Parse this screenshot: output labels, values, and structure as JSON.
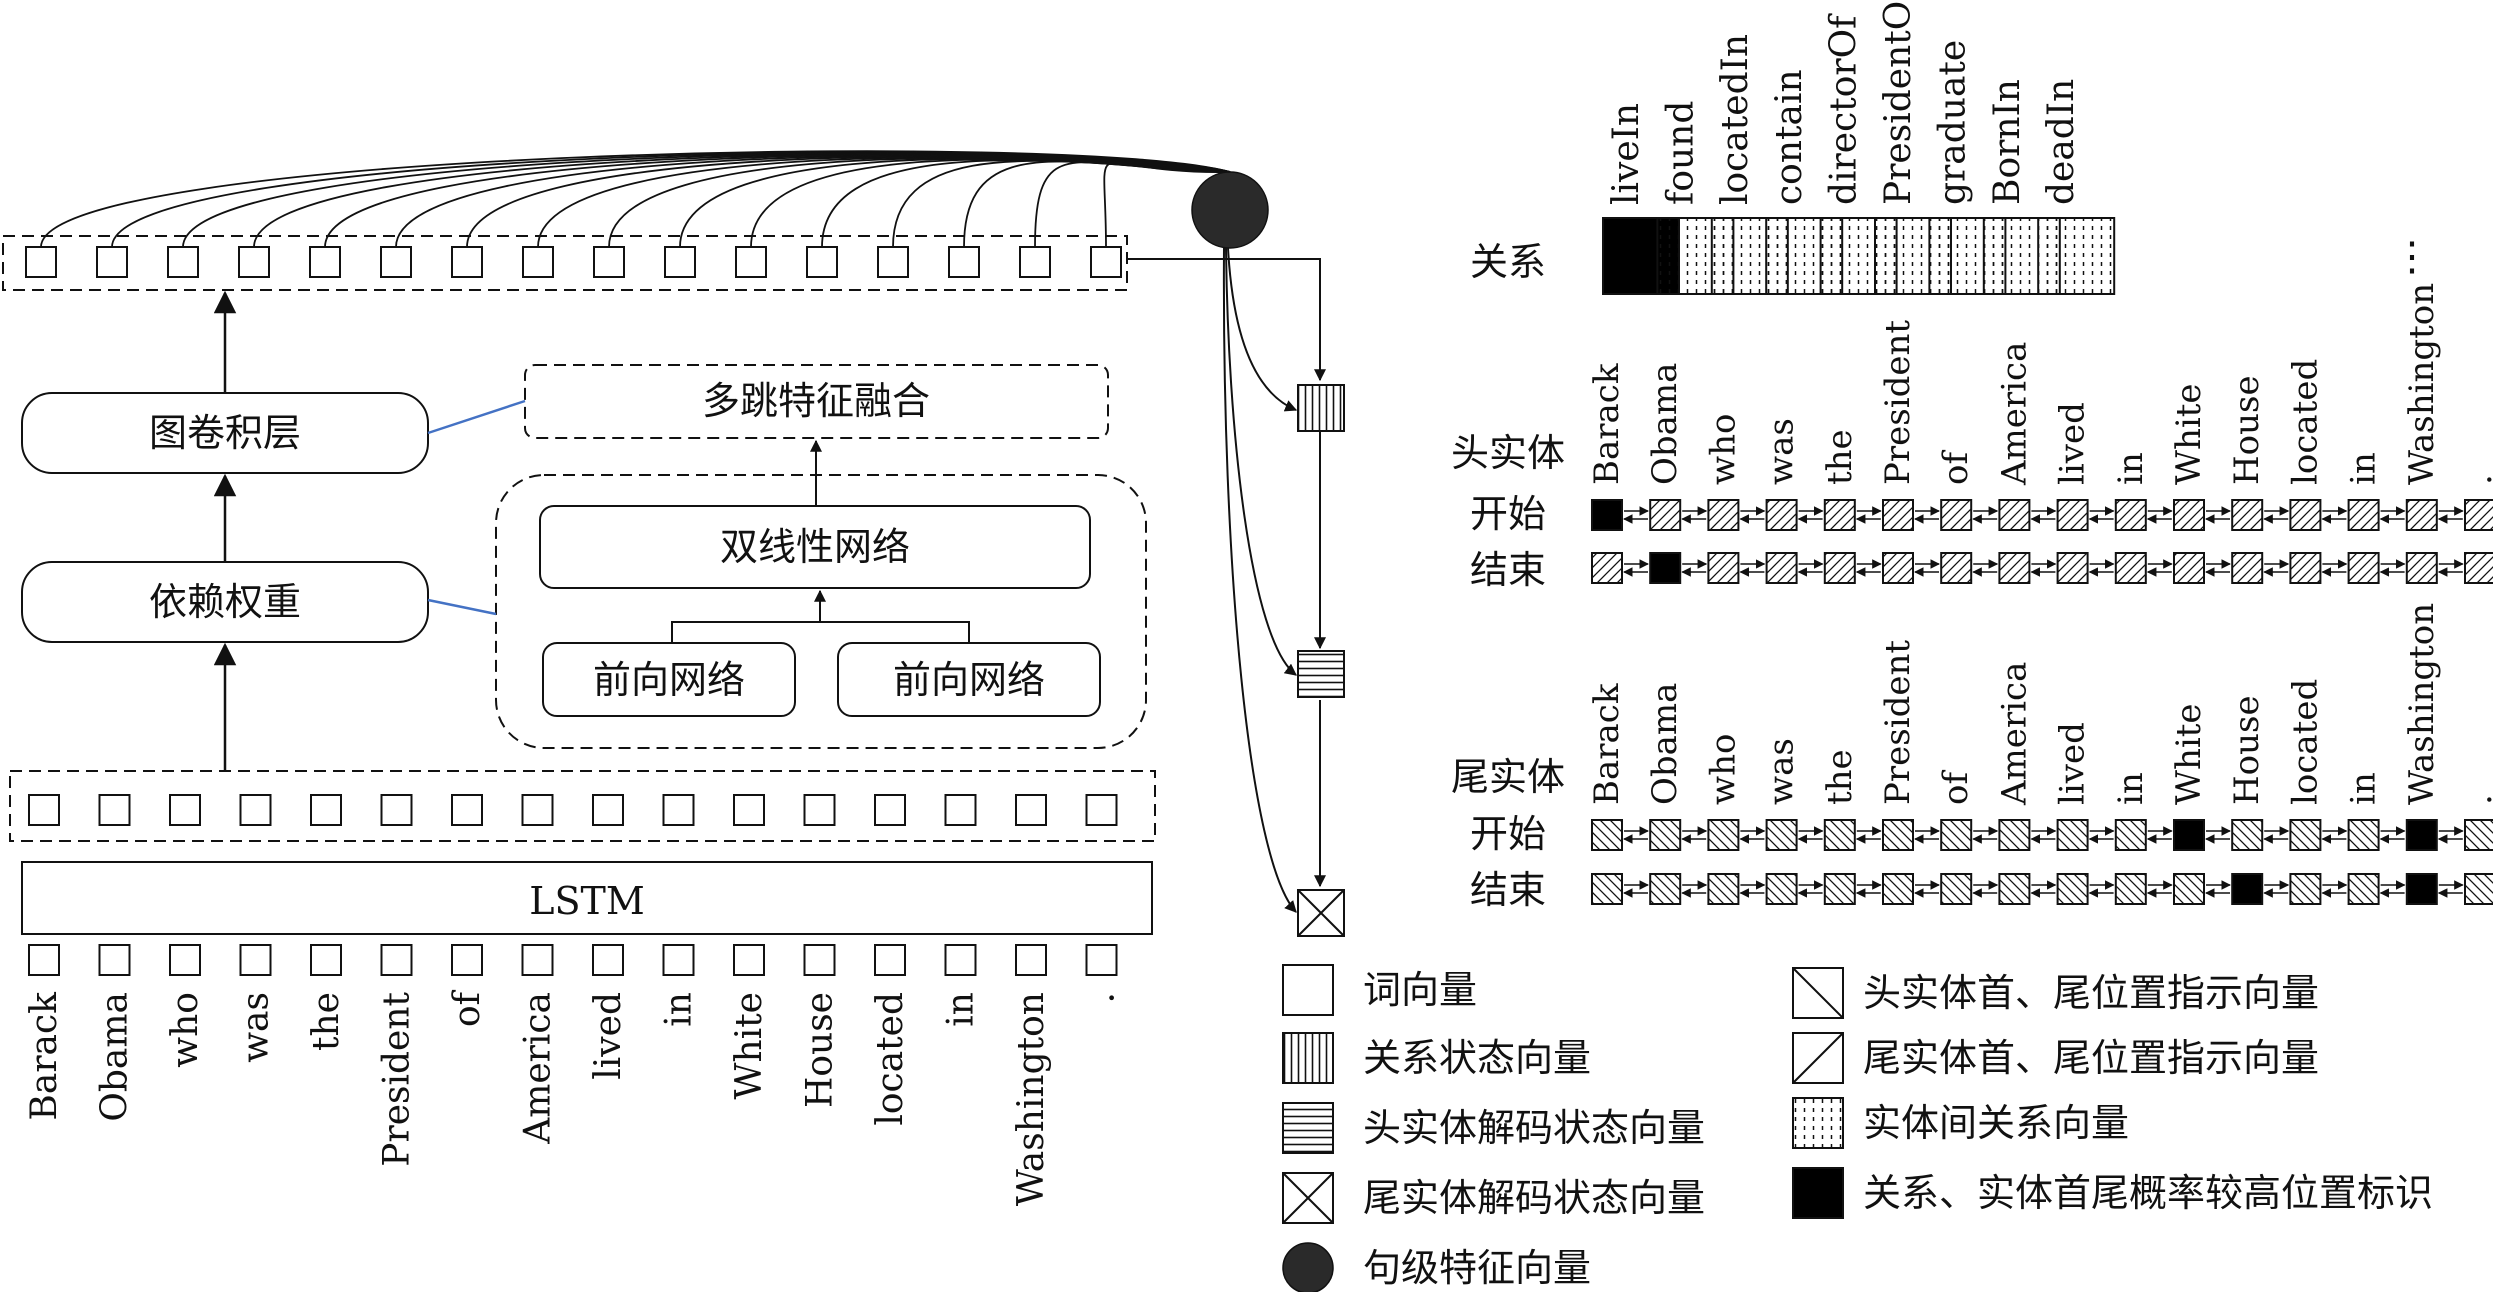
{
  "tokens": [
    "Barack",
    "Obama",
    "who",
    "was",
    "the",
    "President",
    "of",
    "America",
    "lived",
    "in",
    "White",
    "House",
    "located",
    "in",
    "Washington",
    "."
  ],
  "modules": {
    "lstm": "LSTM",
    "gcn": "图卷积层",
    "dep_weight": "依赖权重",
    "multi_hop": "多跳特征融合",
    "bilinear": "双线性网络",
    "ffn_left": "前向网络",
    "ffn_right": "前向网络"
  },
  "relations": {
    "row_label": "关系",
    "items": [
      "liveIn",
      "found",
      "locatedIn",
      "contain",
      "directorOf",
      "PresidentOf",
      "graduate",
      "BornIn",
      "deadIn"
    ],
    "active_index": 0,
    "ellipsis": "⋮"
  },
  "head_entity": {
    "label": "头实体",
    "start_label": "开始",
    "end_label": "结束",
    "start_active": [
      0
    ],
    "end_active": [
      1
    ]
  },
  "tail_entity": {
    "label": "尾实体",
    "start_label": "开始",
    "end_label": "结束",
    "start_active": [
      10,
      14
    ],
    "end_active": [
      11,
      14
    ]
  },
  "legend": {
    "word_vector": "词向量",
    "relation_state": "关系状态向量",
    "head_decode": "头实体解码状态向量",
    "tail_decode": "尾实体解码状态向量",
    "sentence_feature": "句级特征向量",
    "head_pos": "头实体首、尾位置指示向量",
    "tail_pos": "尾实体首、尾位置指示向量",
    "entity_relation": "实体间关系向量",
    "high_prob": "关系、实体首尾概率较高位置标识"
  },
  "colors": {
    "ink": "#111111",
    "connector_blue": "#4472C4",
    "sentence_node": "#2a2a2a"
  }
}
